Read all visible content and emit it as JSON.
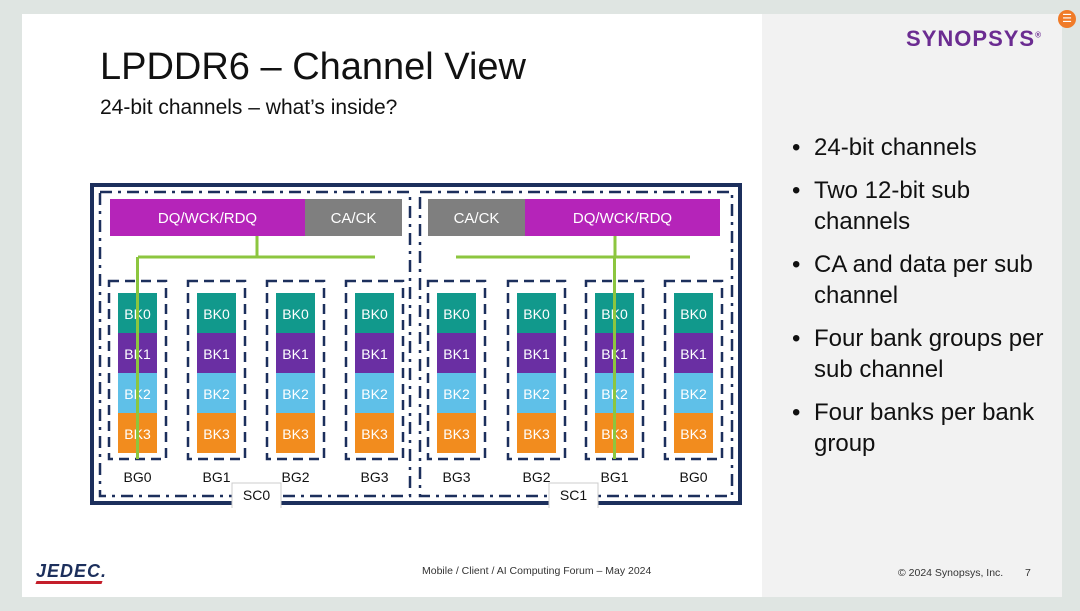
{
  "slide": {
    "title": "LPDDR6 – Channel View",
    "subtitle": "24-bit channels – what’s inside?",
    "logo": "SYNOPSYS",
    "logo_mark": "®",
    "bullets": [
      "24-bit channels",
      "Two 12-bit sub channels",
      "CA and data per sub channel",
      "Four bank groups per sub channel",
      "Four banks per bank group"
    ],
    "footer": {
      "center": "Mobile / Client / AI Computing Forum – May 2024",
      "copyright": "© 2024 Synopsys, Inc.",
      "page": "7",
      "jedec": "JEDEC."
    }
  },
  "diagram": {
    "subchannels": [
      {
        "label": "SC0",
        "bus": [
          "DQ/WCK/RDQ",
          "CA/CK"
        ],
        "bank_groups": [
          "BG0",
          "BG1",
          "BG2",
          "BG3"
        ]
      },
      {
        "label": "SC1",
        "bus": [
          "CA/CK",
          "DQ/WCK/RDQ"
        ],
        "bank_groups": [
          "BG3",
          "BG2",
          "BG1",
          "BG0"
        ]
      }
    ],
    "banks": [
      "BK0",
      "BK1",
      "BK2",
      "BK3"
    ],
    "colors": {
      "dq": "#b524b9",
      "ca": "#7f7f7f",
      "bk0": "#11998c",
      "bk1": "#6a2fa3",
      "bk2": "#5fc0e8",
      "bk3": "#f28c1e",
      "line": "#8cc63f",
      "border": "#1c2f5c"
    }
  }
}
